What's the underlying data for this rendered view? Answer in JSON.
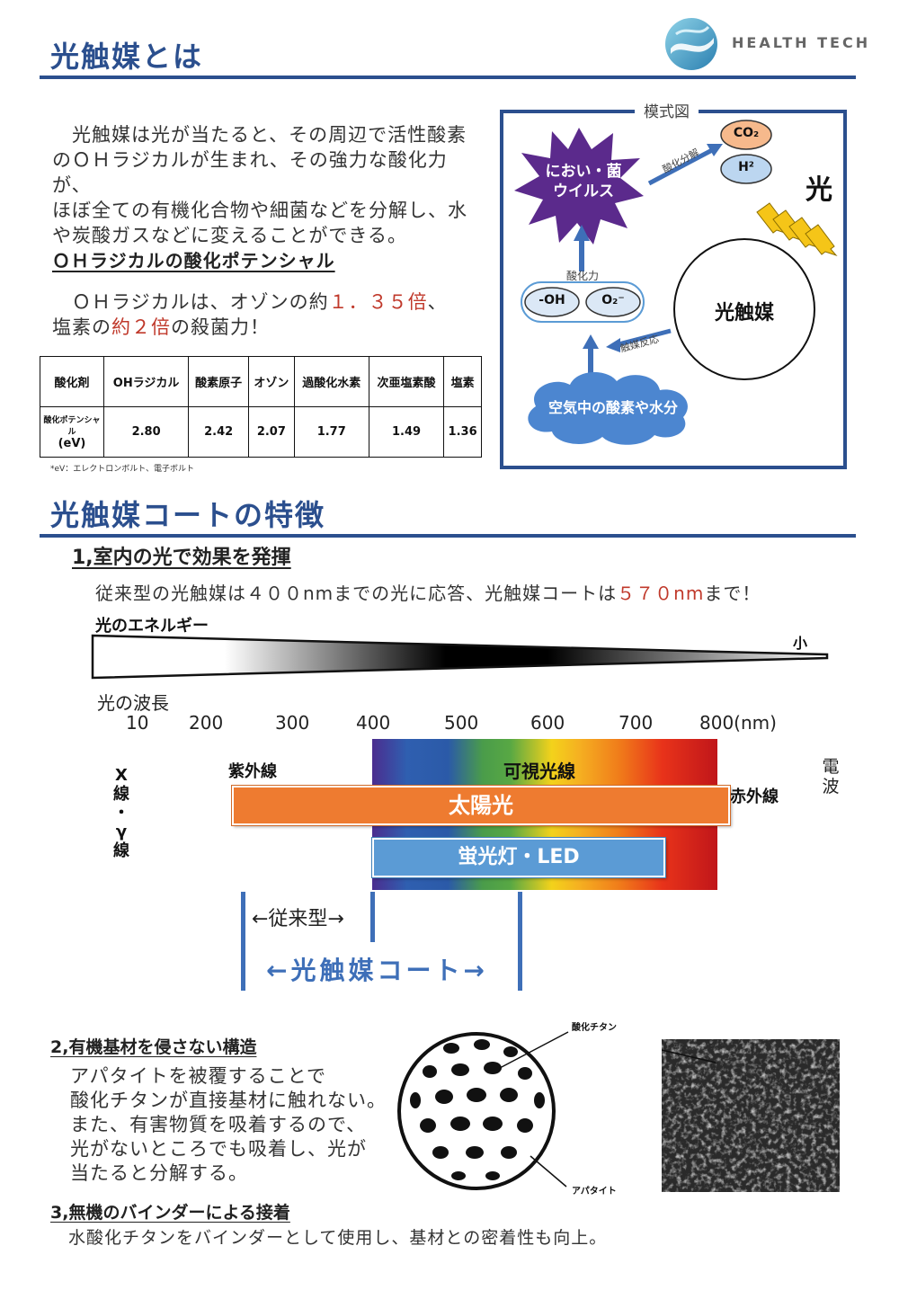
{
  "section1": {
    "title": "光触媒とは",
    "logo_text": "HEALTH TECH",
    "intro_lines": [
      "　光触媒は光が当たると、その周辺で活性酸素",
      "のＯＨラジカルが生まれ、その強力な酸化力が、",
      "ほぼ全ての有機化合物や細菌などを分解し、水",
      "や炭酸ガスなどに変えることができる。"
    ],
    "potential_heading": "ＯＨラジカルの酸化ポテンシャル",
    "potential_line1_a": "　ＯＨラジカルは、オゾンの約",
    "potential_line1_b": "１．３５倍",
    "potential_line1_c": "、",
    "potential_line2_a": "塩素の",
    "potential_line2_b": "約２倍",
    "potential_line2_c": "の殺菌力！",
    "table": {
      "headers": [
        "酸化剤",
        "OHラジカル",
        "酸素原子",
        "オゾン",
        "過酸化水素",
        "次亜塩素酸",
        "塩素"
      ],
      "row_label_top": "酸化ポテンシャル",
      "row_label_bottom": "(eV)",
      "values": [
        "2.80",
        "2.42",
        "2.07",
        "1.77",
        "1.49",
        "1.36"
      ]
    },
    "footnote": "*eV：エレクトロンボルト、電子ボルト"
  },
  "diagram": {
    "title": "模式図",
    "star_line1": "におい・菌",
    "star_line2": "ウイルス",
    "co2": "CO₂",
    "h2": "H²",
    "decompose": "酸化分解",
    "light": "光",
    "oxidizing_power": "酸化力",
    "oh": "-OH",
    "o2": "O₂⁻",
    "catalyst": "光触媒",
    "reaction": "触媒反応",
    "cloud": "空気中の酸素や水分"
  },
  "section2": {
    "title": "光触媒コートの特徴",
    "feature1_heading": "1,室内の光で効果を発揮",
    "feature1_text_a": "従来型の光触媒は４００nmまでの光に応答、光触媒コートは",
    "feature1_text_b": "５７０nm",
    "feature1_text_c": "まで！",
    "energy_label": "光のエネルギー",
    "energy_small": "小",
    "wavelength_label": "光の波長",
    "ticks": [
      "10",
      "200",
      "300",
      "400",
      "500",
      "600",
      "700",
      "800(nm)"
    ],
    "xray_label": [
      "X",
      "線",
      "・",
      "γ",
      "線"
    ],
    "uv": "紫外線",
    "visible": "可視光線",
    "ir": "赤外線",
    "radio": [
      "電",
      "波"
    ],
    "sunlight": "太陽光",
    "fluorescent": "蛍光灯・LED",
    "conventional": "←従来型→",
    "coat": "←光触媒コート→",
    "feature2_heading": "2,有機基材を侵さない構造",
    "feature2_lines": [
      "アパタイトを被覆することで",
      "酸化チタンが直接基材に触れない。",
      "また、有害物質を吸着するので、",
      "光がないところでも吸着し、光が",
      "当たると分解する。"
    ],
    "titanium_label": "酸化チタン",
    "apatite_label": "アパタイト",
    "feature3_heading": "3,無機のバインダーによる接着",
    "feature3_text": "水酸化チタンをバインダーとして使用し、基材との密着性も向上。"
  },
  "colors": {
    "heading_blue": "#2b4f8e",
    "accent_red": "#c0392b",
    "sun_orange": "#ee7b30",
    "led_blue": "#5b9bd5",
    "star_purple": "#5b2a8c"
  }
}
